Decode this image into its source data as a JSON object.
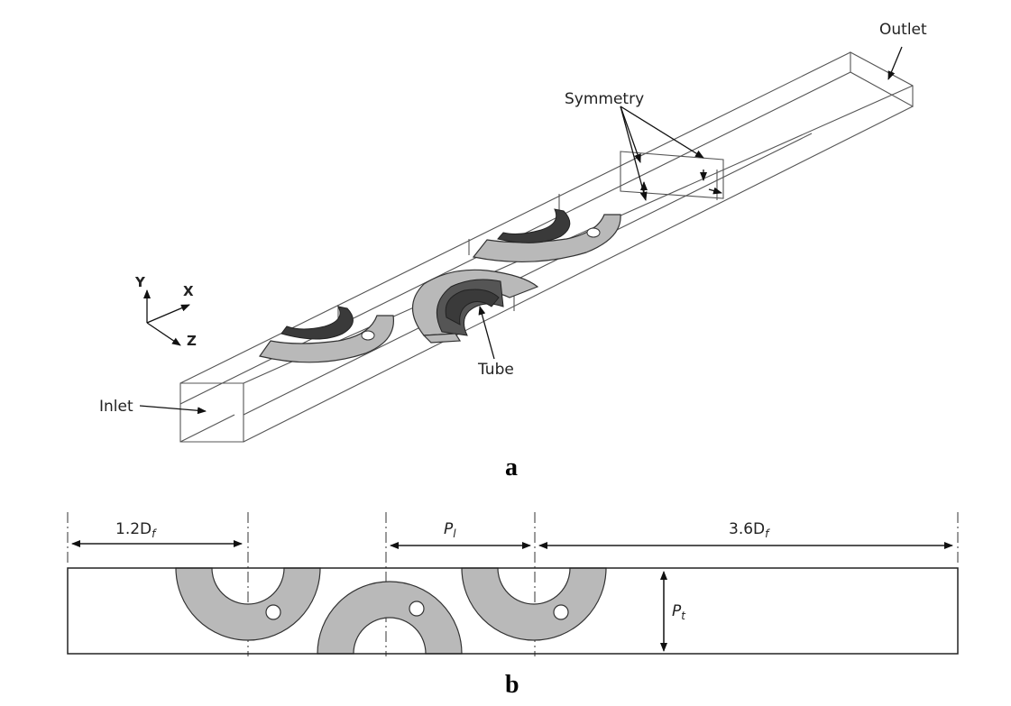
{
  "labels": {
    "outlet": "Outlet",
    "symmetry": "Symmetry",
    "tube": "Tube",
    "inlet": "Inlet",
    "axis_y": "Y",
    "axis_x": "X",
    "axis_z": "Z"
  },
  "panels": {
    "a": "a",
    "b": "b"
  },
  "dimensions": {
    "offset_base": "1.2D",
    "offset_sub": "f",
    "pl_base": "P",
    "pl_sub": "l",
    "outlet_len_base": "3.6D",
    "outlet_len_sub": "f",
    "pt_base": "P",
    "pt_sub": "t"
  }
}
